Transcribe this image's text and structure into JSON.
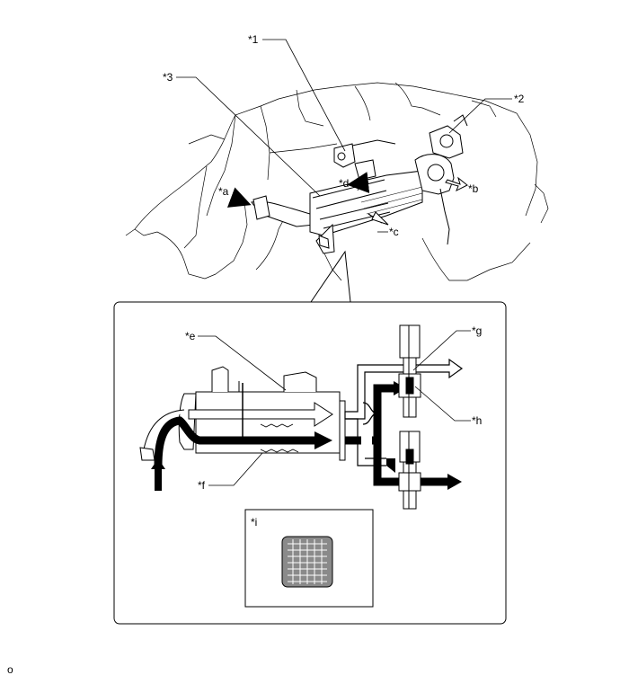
{
  "callouts": {
    "c1": "*1",
    "c2": "*2",
    "c3": "*3",
    "ca": "*a",
    "cb": "*b",
    "cc": "*c",
    "cd": "*d",
    "ce": "*e",
    "cf": "*f",
    "cg": "*g",
    "ch": "*h",
    "ci": "*i"
  },
  "footer_code": "o",
  "colors": {
    "line": "#000000",
    "fill": "#ffffff",
    "mesh": "#8a8a8a"
  }
}
